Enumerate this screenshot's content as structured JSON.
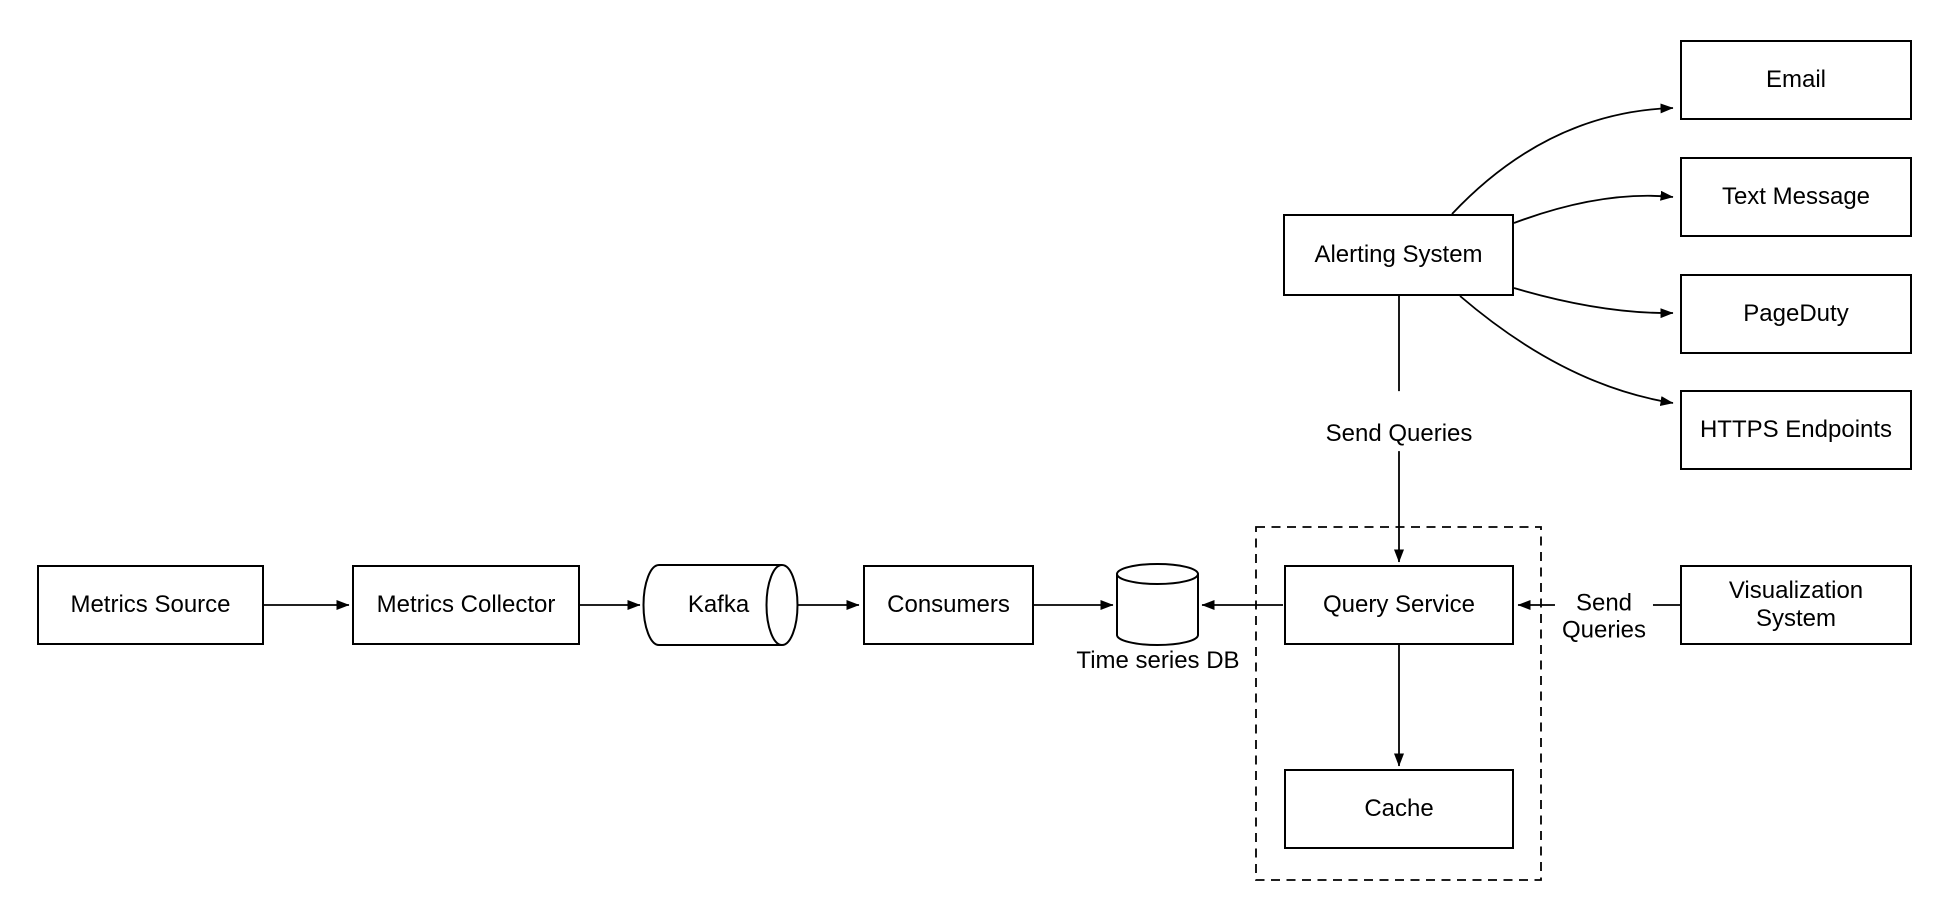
{
  "diagram": {
    "colors": {
      "stroke": "#000000",
      "node_fill": "#ffffff",
      "text": "#000000",
      "background": "#ffffff"
    },
    "nodes": {
      "metrics_source": {
        "label": "Metrics Source"
      },
      "metrics_collector": {
        "label": "Metrics Collector"
      },
      "kafka": {
        "label": "Kafka",
        "shape": "horizontal-cylinder"
      },
      "consumers": {
        "label": "Consumers"
      },
      "time_series_db": {
        "label": "Time series DB",
        "shape": "database-cylinder"
      },
      "query_service": {
        "label": "Query Service"
      },
      "cache": {
        "label": "Cache"
      },
      "alerting_system": {
        "label": "Alerting System"
      },
      "email": {
        "label": "Email"
      },
      "text_message": {
        "label": "Text Message"
      },
      "pageduty": {
        "label": "PageDuty"
      },
      "https_endpoints": {
        "label": "HTTPS Endpoints"
      },
      "visualization_system": {
        "label": "Visualization\nSystem"
      }
    },
    "edge_labels": {
      "alerting_to_query_service": "Send Queries",
      "visualization_to_query_service": "Send\nQueries"
    },
    "groups": {
      "query_service_group": {
        "style": "dashed-rectangle",
        "contains": "Query Service, Cache"
      }
    }
  }
}
